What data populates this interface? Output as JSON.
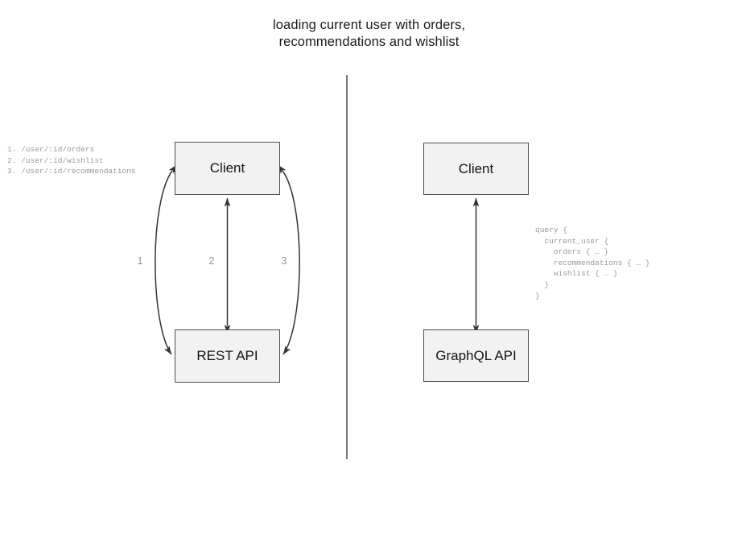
{
  "title": {
    "line1": "loading current user with orders,",
    "line2": "recommendations and wishlist"
  },
  "divider": {
    "name": "vertical-divider"
  },
  "rest_panel": {
    "client_box_label": "Client",
    "api_box_label": "REST API",
    "edge_labels": [
      "1",
      "2",
      "3"
    ],
    "endpoints_text": "1. /user/:id/orders\n2. /user/:id/wishlist\n3. /user/:id/recommendations",
    "endpoints": [
      {
        "index": "1.",
        "path": "/user/:id/orders"
      },
      {
        "index": "2.",
        "path": "/user/:id/wishlist"
      },
      {
        "index": "3.",
        "path": "/user/:id/recommendations"
      }
    ]
  },
  "graphql_panel": {
    "client_box_label": "Client",
    "api_box_label": "GraphQL API",
    "query_text": "query {\n  current_user {\n    orders { … }\n    recommendations { … }\n    wishlist { … }\n  }\n}",
    "query_lines": [
      "query {",
      "  current_user {",
      "    orders { … }",
      "    recommendations { … }",
      "    wishlist { … }",
      "  }",
      "}"
    ]
  },
  "colors": {
    "background": "#ffffff",
    "box_fill": "#f2f2f2",
    "box_border": "#4d4d4d",
    "arrow": "#333333",
    "muted_text": "#9a9a9a",
    "title_text": "#1a1a1a",
    "divider": "#7a7a7a"
  }
}
